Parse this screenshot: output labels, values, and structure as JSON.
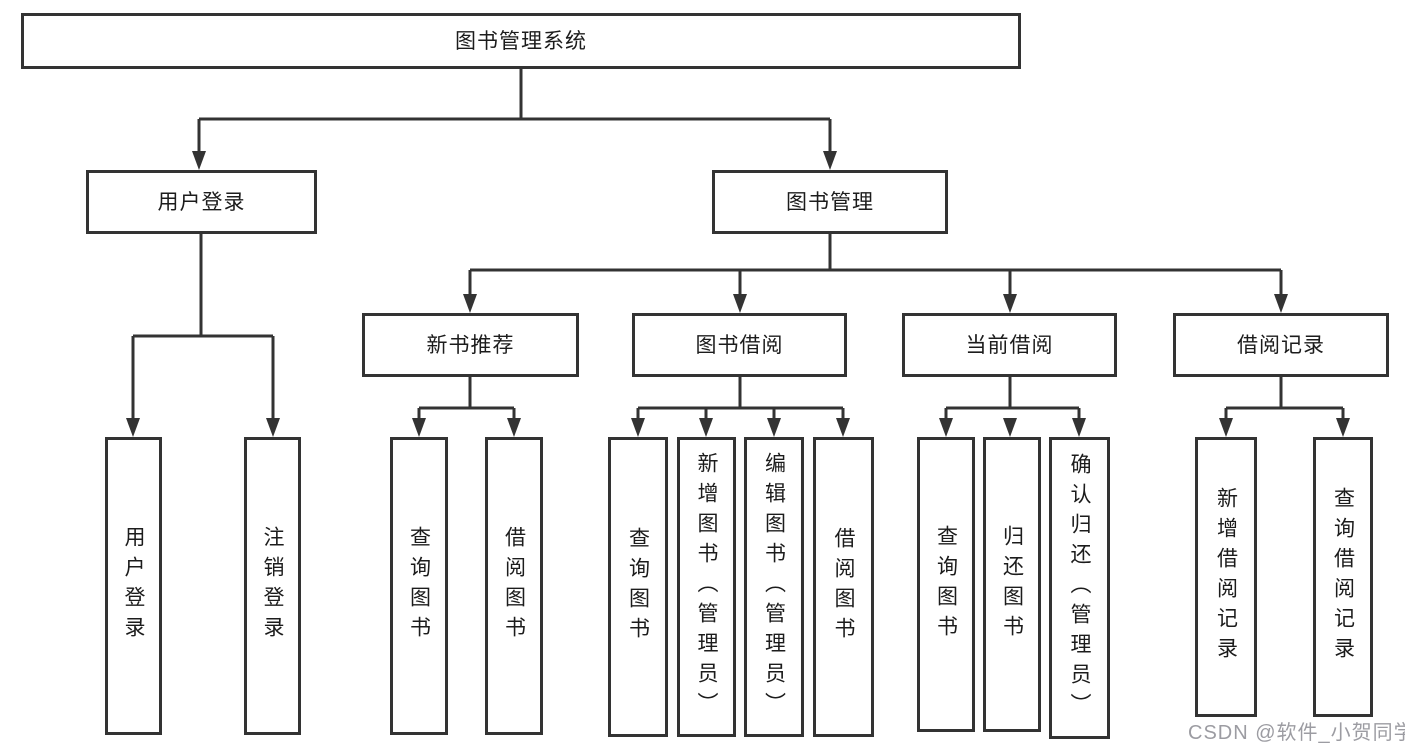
{
  "tree": {
    "label": "图书管理系统",
    "children": [
      {
        "label": "用户登录",
        "children": [
          {
            "label": "用户登录"
          },
          {
            "label": "注销登录"
          }
        ]
      },
      {
        "label": "图书管理",
        "children": [
          {
            "label": "新书推荐",
            "children": [
              {
                "label": "查询图书"
              },
              {
                "label": "借阅图书"
              }
            ]
          },
          {
            "label": "图书借阅",
            "children": [
              {
                "label": "查询图书"
              },
              {
                "label": "新增图书（管理员）"
              },
              {
                "label": "编辑图书（管理员）"
              },
              {
                "label": "借阅图书"
              }
            ]
          },
          {
            "label": "当前借阅",
            "children": [
              {
                "label": "查询图书"
              },
              {
                "label": "归还图书"
              },
              {
                "label": "确认归还（管理员）"
              }
            ]
          },
          {
            "label": "借阅记录",
            "children": [
              {
                "label": "新增借阅记录"
              },
              {
                "label": "查询借阅记录"
              }
            ]
          }
        ]
      }
    ]
  },
  "watermark": {
    "text": "CSDN @软件_小贺同学"
  },
  "colors": {
    "line": "#333333",
    "text": "#1c1c1c",
    "box_fill": "#ffffff",
    "background": "#ffffff",
    "watermark": "#9c9ca2"
  }
}
